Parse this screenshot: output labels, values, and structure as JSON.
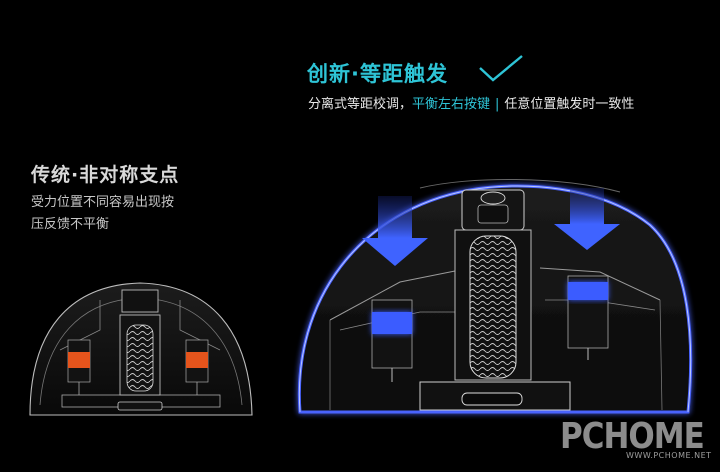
{
  "new_design": {
    "title": "创新·等距触发",
    "desc_part1": "分离式等距校调，",
    "desc_highlight": "平衡左右按键",
    "separator": "|",
    "desc_part2": "任意位置触发时一致性"
  },
  "old_design": {
    "title": "传统·非对称支点",
    "desc_line1": "受力位置不同容易出现按",
    "desc_line2": "压反馈不平衡"
  },
  "watermark": {
    "brand": "PCHOME",
    "url": "WWW.PCHOME.NET"
  },
  "colors": {
    "accent": "#2ec4d6",
    "glow_blue": "#3b5bff",
    "switch_orange": "#e5541c",
    "background": "#000000"
  },
  "icons": [
    "check-mark-icon",
    "down-arrow-icon"
  ]
}
